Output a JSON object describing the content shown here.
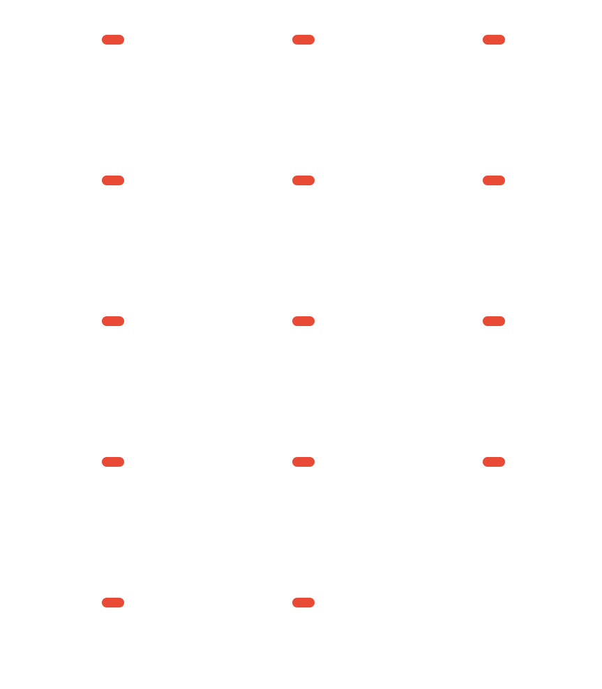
{
  "colors": {
    "background": "#ffffff",
    "pill": "#e84a35"
  },
  "grid": {
    "columns": 3,
    "rows": 5,
    "count": 14,
    "item_shape": "rounded-pill"
  }
}
